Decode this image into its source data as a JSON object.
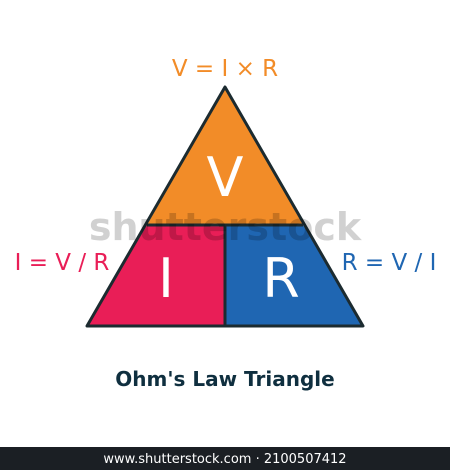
{
  "formulas": {
    "voltage": "V = I × R",
    "current": "I = V / R",
    "resistance": "R = V / I"
  },
  "triangle": {
    "top_letter": "V",
    "left_letter": "I",
    "right_letter": "R"
  },
  "title": "Ohm's Law Triangle",
  "watermark": {
    "stock": "shutterstock",
    "footer": "www.shutterstock.com · 2100507412"
  },
  "colors": {
    "voltage": "#f28c28",
    "current": "#e91e57",
    "resistance": "#1f66b2",
    "outline": "#1c2b30",
    "title": "#0f2f3f"
  }
}
